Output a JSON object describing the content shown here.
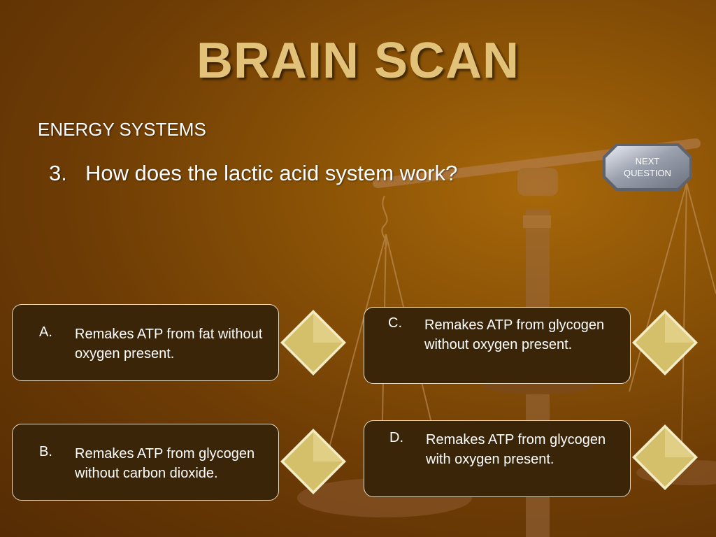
{
  "slide": {
    "title": "BRAIN SCAN",
    "subtitle": "ENERGY SYSTEMS",
    "question_number": "3.",
    "question_text": "How does the lactic acid system work?"
  },
  "next_button": {
    "line1": "NEXT",
    "line2": "QUESTION"
  },
  "answers": [
    {
      "letter": "A.",
      "text": "Remakes ATP from fat without oxygen present."
    },
    {
      "letter": "B.",
      "text": "Remakes ATP from glycogen without carbon dioxide."
    },
    {
      "letter": "C.",
      "text": "Remakes ATP from glycogen without oxygen present."
    },
    {
      "letter": "D.",
      "text": "Remakes ATP from glycogen with oxygen present."
    }
  ],
  "colors": {
    "background": "#8a5206",
    "title": "#e2c278",
    "answer_box": "#3b2508",
    "diamond": "#d4c06a"
  }
}
